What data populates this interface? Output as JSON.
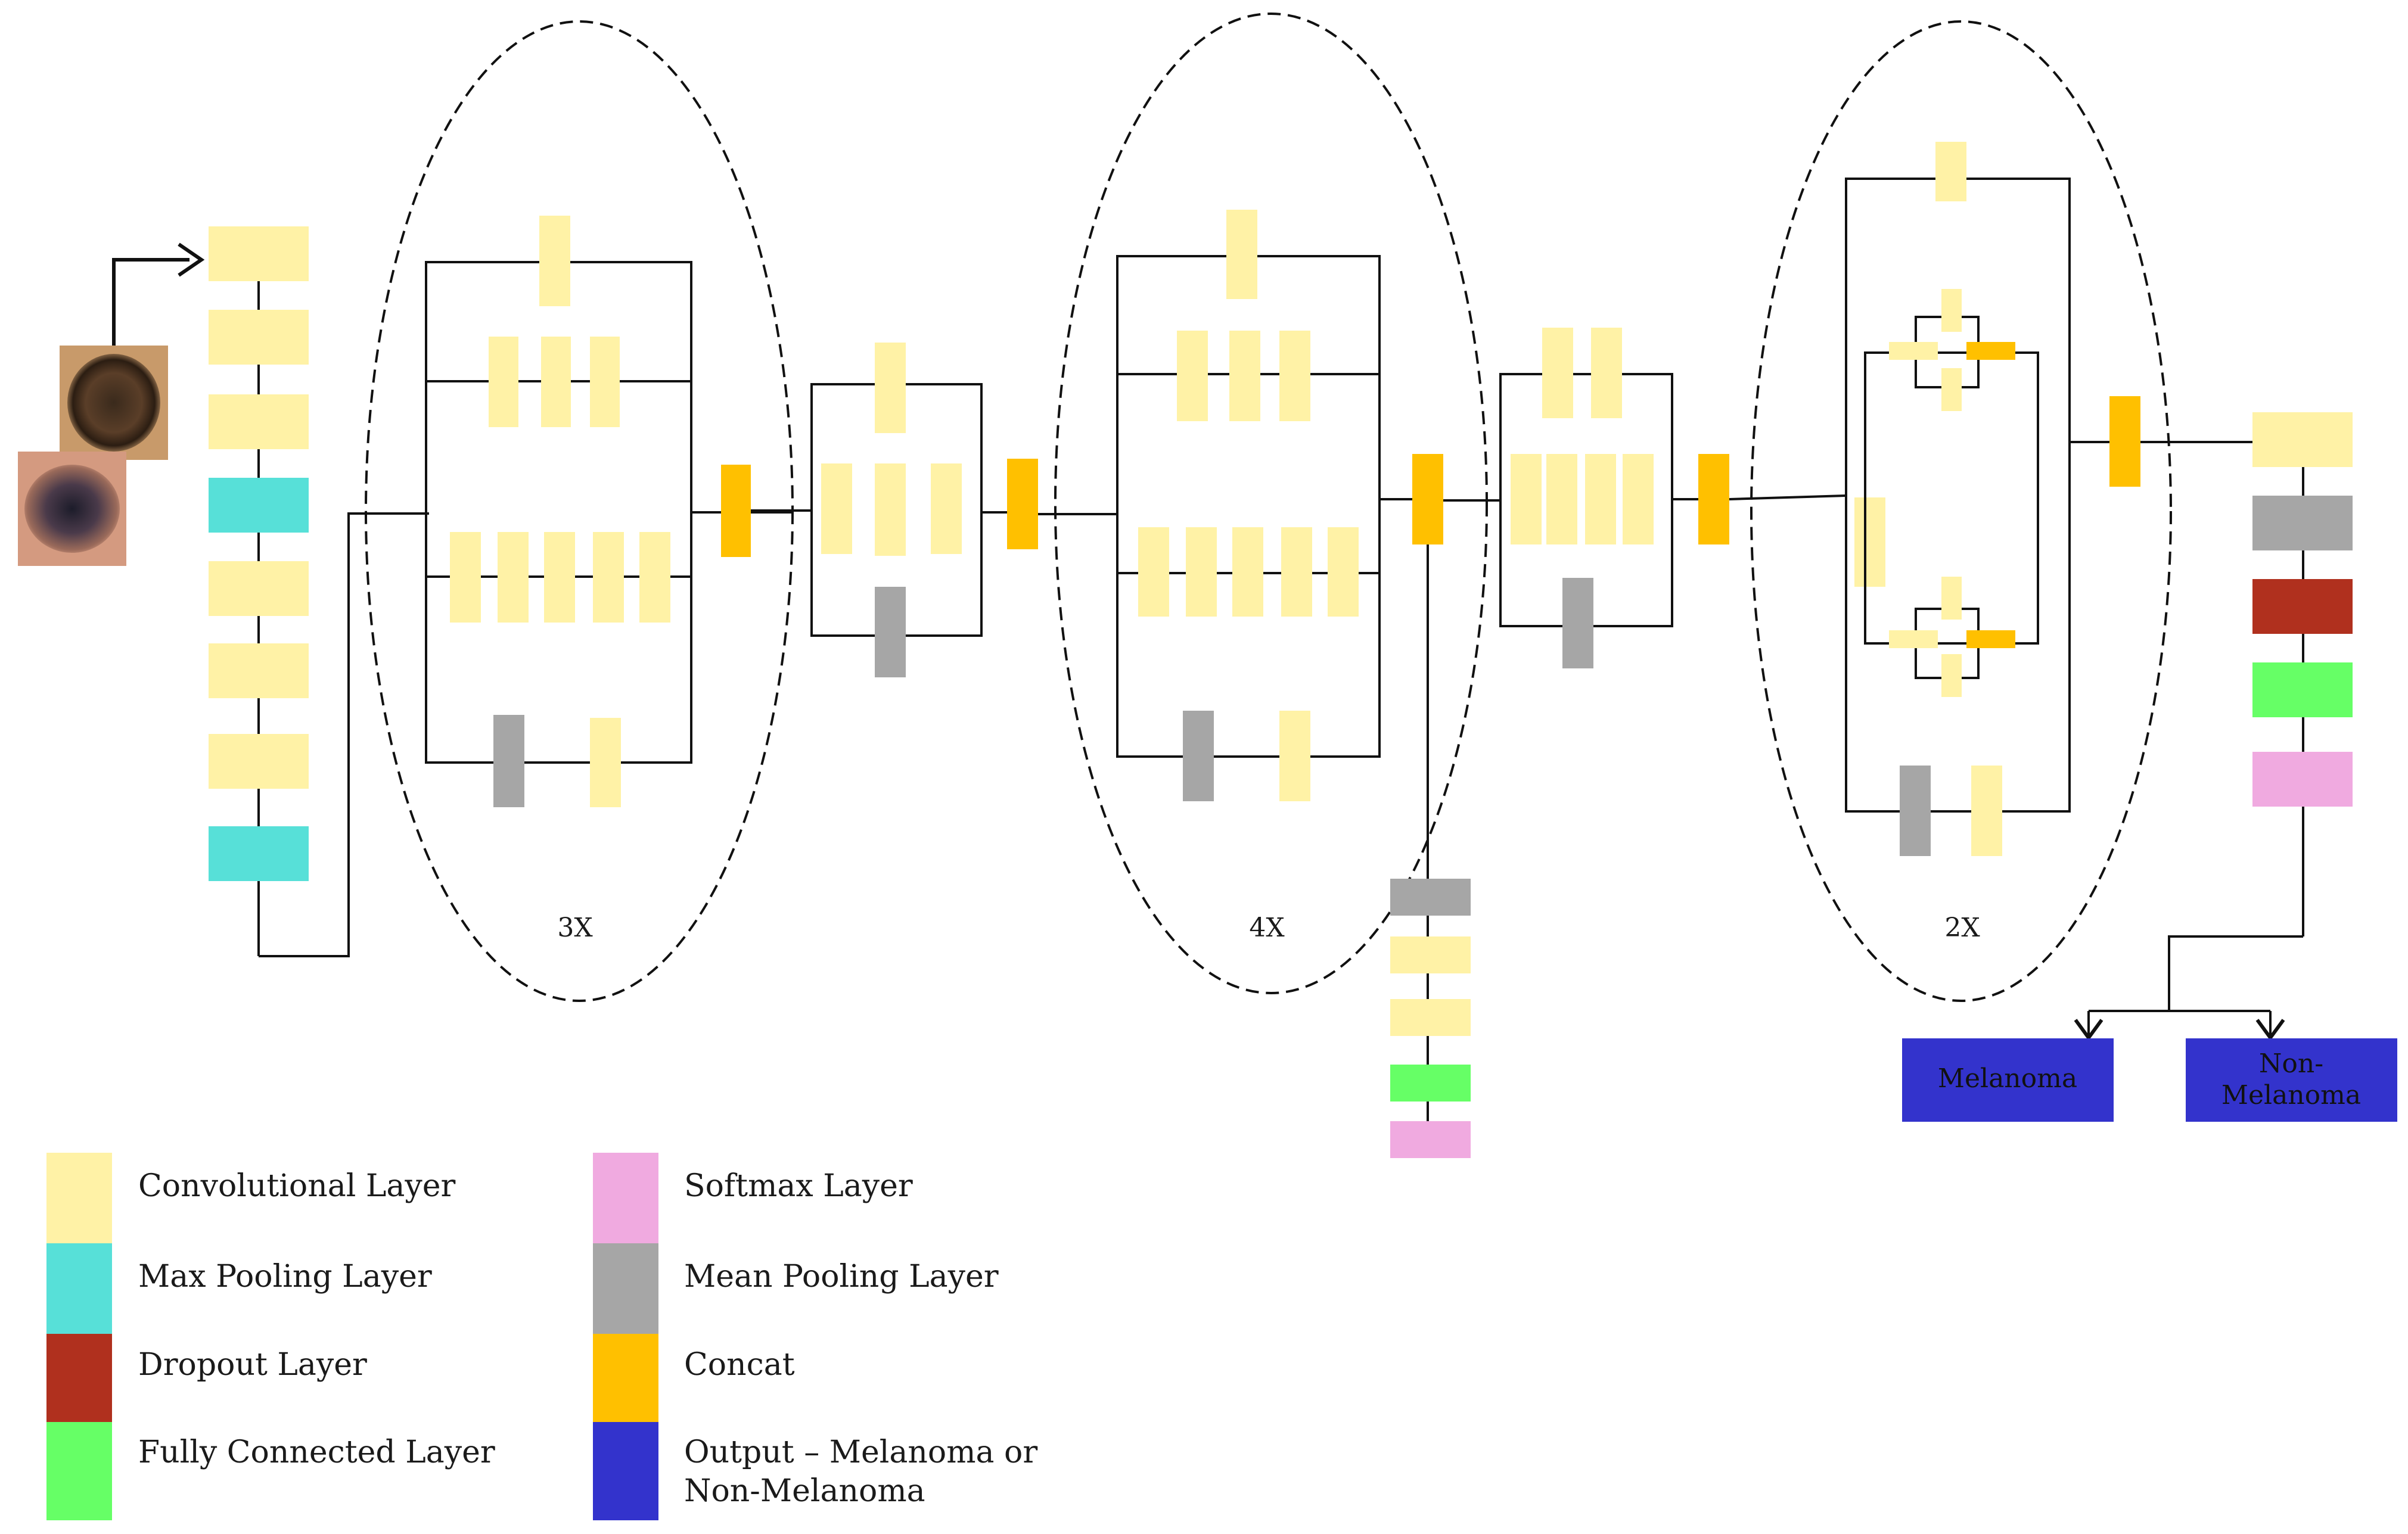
{
  "colors": {
    "convolutional": "#FFF2A6",
    "max_pooling": "#57E0D8",
    "dropout": "#B0301E",
    "fully_connected": "#66FF66",
    "softmax": "#F0AAE0",
    "mean_pooling": "#A6A6A6",
    "concat": "#FFC000",
    "output": "#3333CC",
    "lines": "#111111"
  },
  "repeat_labels": [
    "3X",
    "4X",
    "2X"
  ],
  "outputs": {
    "melanoma": "Melanoma",
    "non_melanoma_line1": "Non-",
    "non_melanoma_line2": "Melanoma"
  },
  "legend": [
    {
      "color_key": "convolutional",
      "lines": [
        "Convolutional Layer"
      ]
    },
    {
      "color_key": "max_pooling",
      "lines": [
        "Max Pooling Layer"
      ]
    },
    {
      "color_key": "dropout",
      "lines": [
        "Dropout Layer"
      ]
    },
    {
      "color_key": "fully_connected",
      "lines": [
        "Fully Connected Layer"
      ]
    },
    {
      "color_key": "softmax",
      "lines": [
        "Softmax Layer"
      ]
    },
    {
      "color_key": "mean_pooling",
      "lines": [
        "Mean Pooling Layer"
      ]
    },
    {
      "color_key": "concat",
      "lines": [
        "Concat"
      ]
    },
    {
      "color_key": "output",
      "lines": [
        "Output – Melanoma or",
        "Non-Melanoma"
      ]
    }
  ]
}
